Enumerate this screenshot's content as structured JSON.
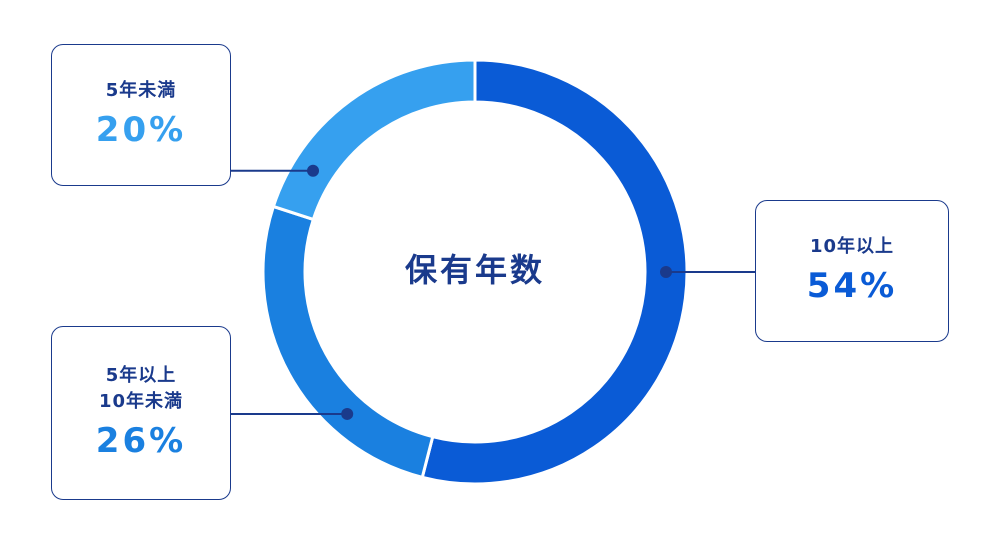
{
  "colors": {
    "text_dark": "#1a3a8c",
    "leader": "#1a3a8c",
    "ring_background": "#ffffff",
    "separator": "#ffffff"
  },
  "chart_data": {
    "type": "pie",
    "style": "donut",
    "title": "保有年数",
    "start_angle_deg": 0,
    "direction": "clockwise",
    "slices": [
      {
        "label": "10年以上",
        "value": 54,
        "value_label": "54%",
        "color": "#0a5bd6"
      },
      {
        "label": "5年以上\n10年未満",
        "value": 26,
        "value_label": "26%",
        "color": "#1a80e0"
      },
      {
        "label": "5年未満",
        "value": 20,
        "value_label": "20%",
        "color": "#36a0ef"
      }
    ]
  }
}
